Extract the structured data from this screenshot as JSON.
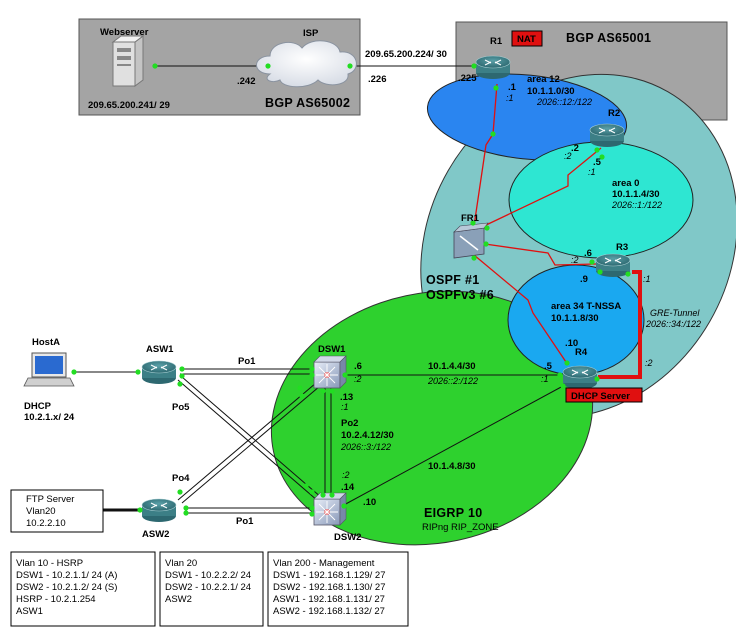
{
  "colors": {
    "bgp_box": "#a4a4a4",
    "ospf_outer": "#80c8c8",
    "area12": "#2a85f0",
    "area0": "#2ee6d2",
    "area34": "#1aa8f0",
    "eigrp": "#2ed12e",
    "link_green": "#1a1a1a",
    "link_red": "#e01010",
    "gre": "#e01010",
    "router": "#3c7f86",
    "port_dot": "#22dd22"
  },
  "bgp_as65002": {
    "label": "BGP AS65002",
    "webserver": "Webserver",
    "isp": "ISP",
    "webserver_ip": "209.65.200.241/ 29",
    "isp_left_ip": ".242",
    "isp_right_ip": ".226"
  },
  "bgp_as65001": {
    "label": "BGP AS65001",
    "nat": "NAT",
    "r1_link_net": "209.65.200.224/ 30",
    "r1_ip": ".225"
  },
  "routers": {
    "r1": "R1",
    "r2": "R2",
    "r3": "R3",
    "r4": "R4",
    "fr1": "FR1",
    "dsw1": "DSW1",
    "dsw2": "DSW2",
    "asw1": "ASW1",
    "asw2": "ASW2",
    "hosta": "HostA"
  },
  "areas": {
    "area12": {
      "name": "area 12",
      "net": "10.1.1.0/30",
      "v6": "2026::12:/122"
    },
    "area0": {
      "name": "area 0",
      "net": "10.1.1.4/30",
      "v6": "2026::1:/122"
    },
    "area34": {
      "name": "area 34 T-NSSA",
      "net": "10.1.1.8/30"
    }
  },
  "ospf_label": {
    "line1": "OSPF #1",
    "line2": "OSPFv3 #6"
  },
  "eigrp_label": {
    "line1": "EIGRP 10",
    "line2": "RIPng RIP_ZONE"
  },
  "gre": {
    "name": "GRE-Tunnel",
    "v6": "2026::34:/122",
    "end1": ":1",
    "end2": ":2"
  },
  "iface_labels": {
    "r1_dot1": ".1",
    "r1_c1": ":1",
    "r2_dot2": ".2",
    "r2_c2": ":2",
    "r2_dot5": ".5",
    "r2_c1": ":1",
    "r3_dot6": ".6",
    "r3_c2": ":2",
    "r3_dot9": ".9",
    "r4_dot10": ".10",
    "r4_dot5": ".5",
    "r4_c1": ":1",
    "dsw1_dot6": ".6",
    "dsw1_c2": ":2",
    "dsw1_dot13": ".13",
    "dsw1_c1": ":1",
    "dsw2_c2": ":2",
    "dsw2_dot14": ".14",
    "dsw2_dot10": ".10"
  },
  "links": {
    "dsw1_r4_net": "10.1.4.4/30",
    "dsw1_r4_v6": "2026::2:/122",
    "po2": "Po2",
    "po2_net": "10.2.4.12/30",
    "po2_v6": "2026::3:/122",
    "dsw2_r4_net": "10.1.4.8/30",
    "po1_top": "Po1",
    "po1_bottom": "Po1",
    "po4": "Po4",
    "po5": "Po5"
  },
  "dhcp_server": "DHCP Server",
  "hosta_info": {
    "line1": "DHCP",
    "line2": "10.2.1.x/ 24"
  },
  "ftp_box": {
    "line1": "FTP Server",
    "line2": "Vlan20",
    "line3": "10.2.2.10"
  },
  "tables": {
    "vlan10": [
      "Vlan 10 - HSRP",
      "DSW1 - 10.2.1.1/ 24 (A)",
      "DSW2 - 10.2.1.2/ 24 (S)",
      "HSRP - 10.2.1.254",
      "ASW1"
    ],
    "vlan20": [
      "Vlan 20",
      "DSW1 - 10.2.2.2/ 24",
      "DSW2 - 10.2.2.1/ 24",
      "ASW2"
    ],
    "vlan200": [
      "Vlan 200 - Management",
      "DSW1 - 192.168.1.129/ 27",
      "DSW2 - 192.168.1.130/ 27",
      "ASW1 - 192.168.1.131/ 27",
      "ASW2 - 192.168.1.132/ 27"
    ]
  }
}
